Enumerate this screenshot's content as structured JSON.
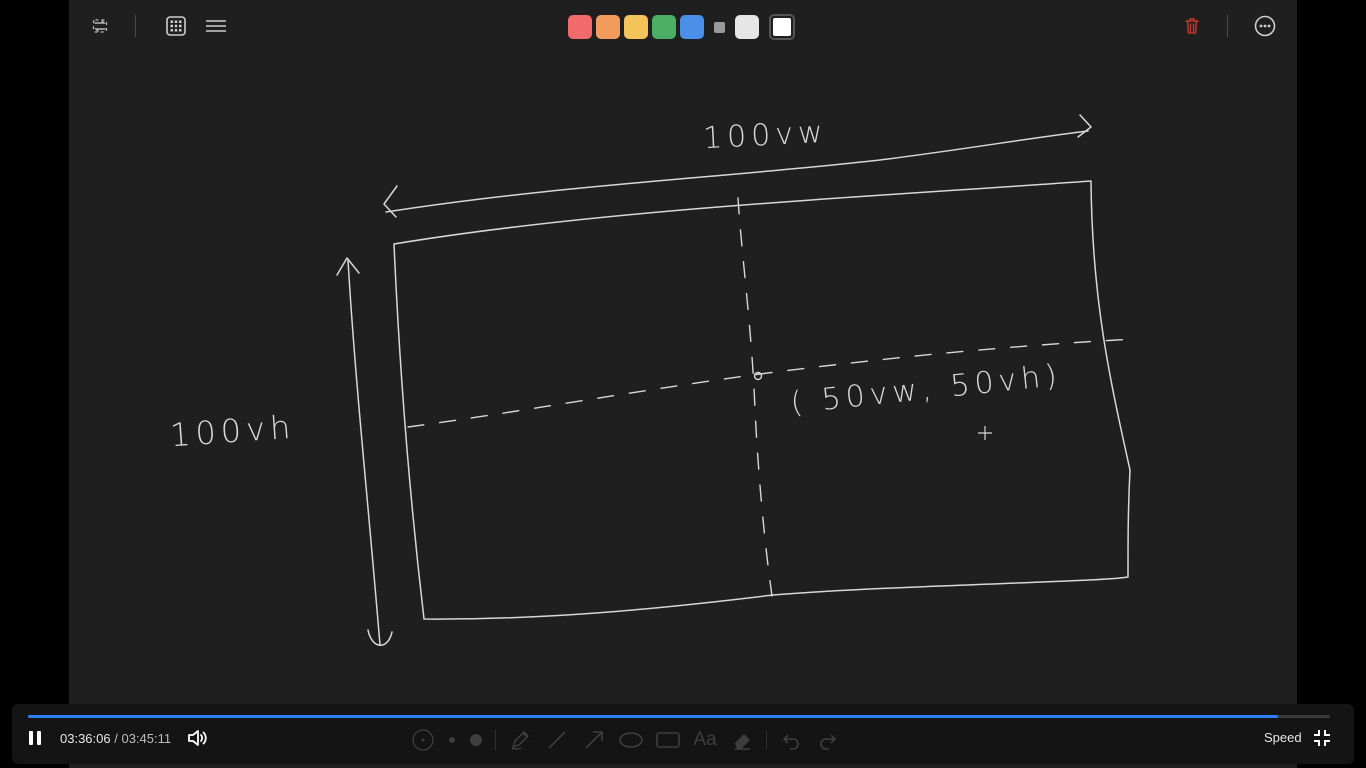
{
  "toolbar": {
    "left_icons": [
      "swap-icon",
      "grid-icon",
      "lines-icon"
    ],
    "colors": [
      "#f26b6b",
      "#f39b5b",
      "#f4c45a",
      "#4cae64",
      "#4c8fe8"
    ],
    "small_swatch_color": "#9a9a9a",
    "light_swatch_color": "#e6e6e6",
    "selected_color": "#ffffff",
    "right_icons": [
      "trash-icon",
      "more-icon"
    ],
    "trash_color": "#c0392b"
  },
  "canvas": {
    "background": "#1f1f1f",
    "annotations": {
      "width_label": "100vw",
      "height_label": "100vh",
      "center_label": "( 50vw, 50vh)"
    }
  },
  "player": {
    "current_time": "03:36:06",
    "separator": "/",
    "total_time": "03:45:11",
    "progress": 0.96,
    "speed_label": "Speed",
    "accent_color": "#2d7ff9",
    "tools": [
      "dot-size-icon",
      "dot-small-icon",
      "dot-large-icon",
      "pen-icon",
      "line-icon",
      "arrow-icon",
      "ellipse-icon",
      "rectangle-icon",
      "text-icon",
      "eraser-icon",
      "undo-icon",
      "redo-icon"
    ],
    "text_tool_label": "Aa"
  }
}
